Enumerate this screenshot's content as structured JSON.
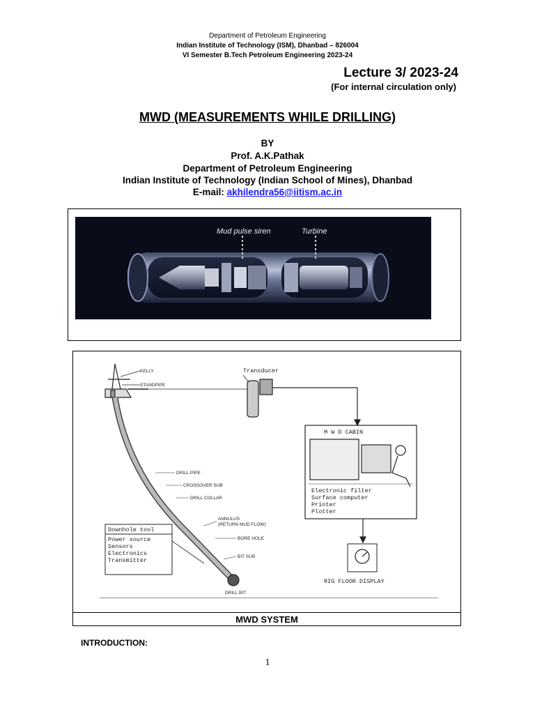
{
  "header": {
    "line1": "Department of Petroleum Engineering",
    "line2": "Indian Institute of Technology (ISM), Dhanbad – 826004",
    "line3": "VI Semester B.Tech Petroleum Engineering 2023-24"
  },
  "lecture": {
    "title": "Lecture 3/ 2023-24",
    "note": "(For internal circulation only)"
  },
  "main_title": "MWD (MEASUREMENTS WHILE DRILLING)",
  "author": {
    "by": "BY",
    "name": "Prof. A.K.Pathak",
    "department": "Department of Petroleum Engineering",
    "institute": "Indian Institute of Technology (Indian School of Mines), Dhanbad",
    "email_label": "E-mail: ",
    "email": "akhilendra56@iitism.ac.in"
  },
  "figure1": {
    "labels": {
      "siren": "Mud pulse siren",
      "turbine": "Turbine"
    }
  },
  "figure2": {
    "transducer": "Transducer",
    "cabin": "M W D   CABIN",
    "cabin_items": [
      "Electronic filter",
      "Surface computer",
      "Printer",
      "Plotter"
    ],
    "rig_display": "RIG FLOOR DISPLAY",
    "rig_labels": {
      "kelly": "KELLY",
      "standpipe": "STANDPIPE"
    },
    "string_labels": [
      "DRILL PIPE",
      "CROSSOVER SUB",
      "DRILL COLLAR",
      "ANNULUS",
      "(RETURN MUD FLOW)",
      "BORE HOLE",
      "BIT SUB",
      "DRILL BIT"
    ],
    "downhole_title": "Downhole tool",
    "downhole_items": [
      "Power source",
      "Sensors",
      "Electronics",
      "Transmitter"
    ]
  },
  "caption": "MWD SYSTEM",
  "section_heading": "INTRODUCTION:",
  "page_number": "1",
  "colors": {
    "link": "#1a1aff",
    "figure1_bg": "#0b0c1a"
  }
}
